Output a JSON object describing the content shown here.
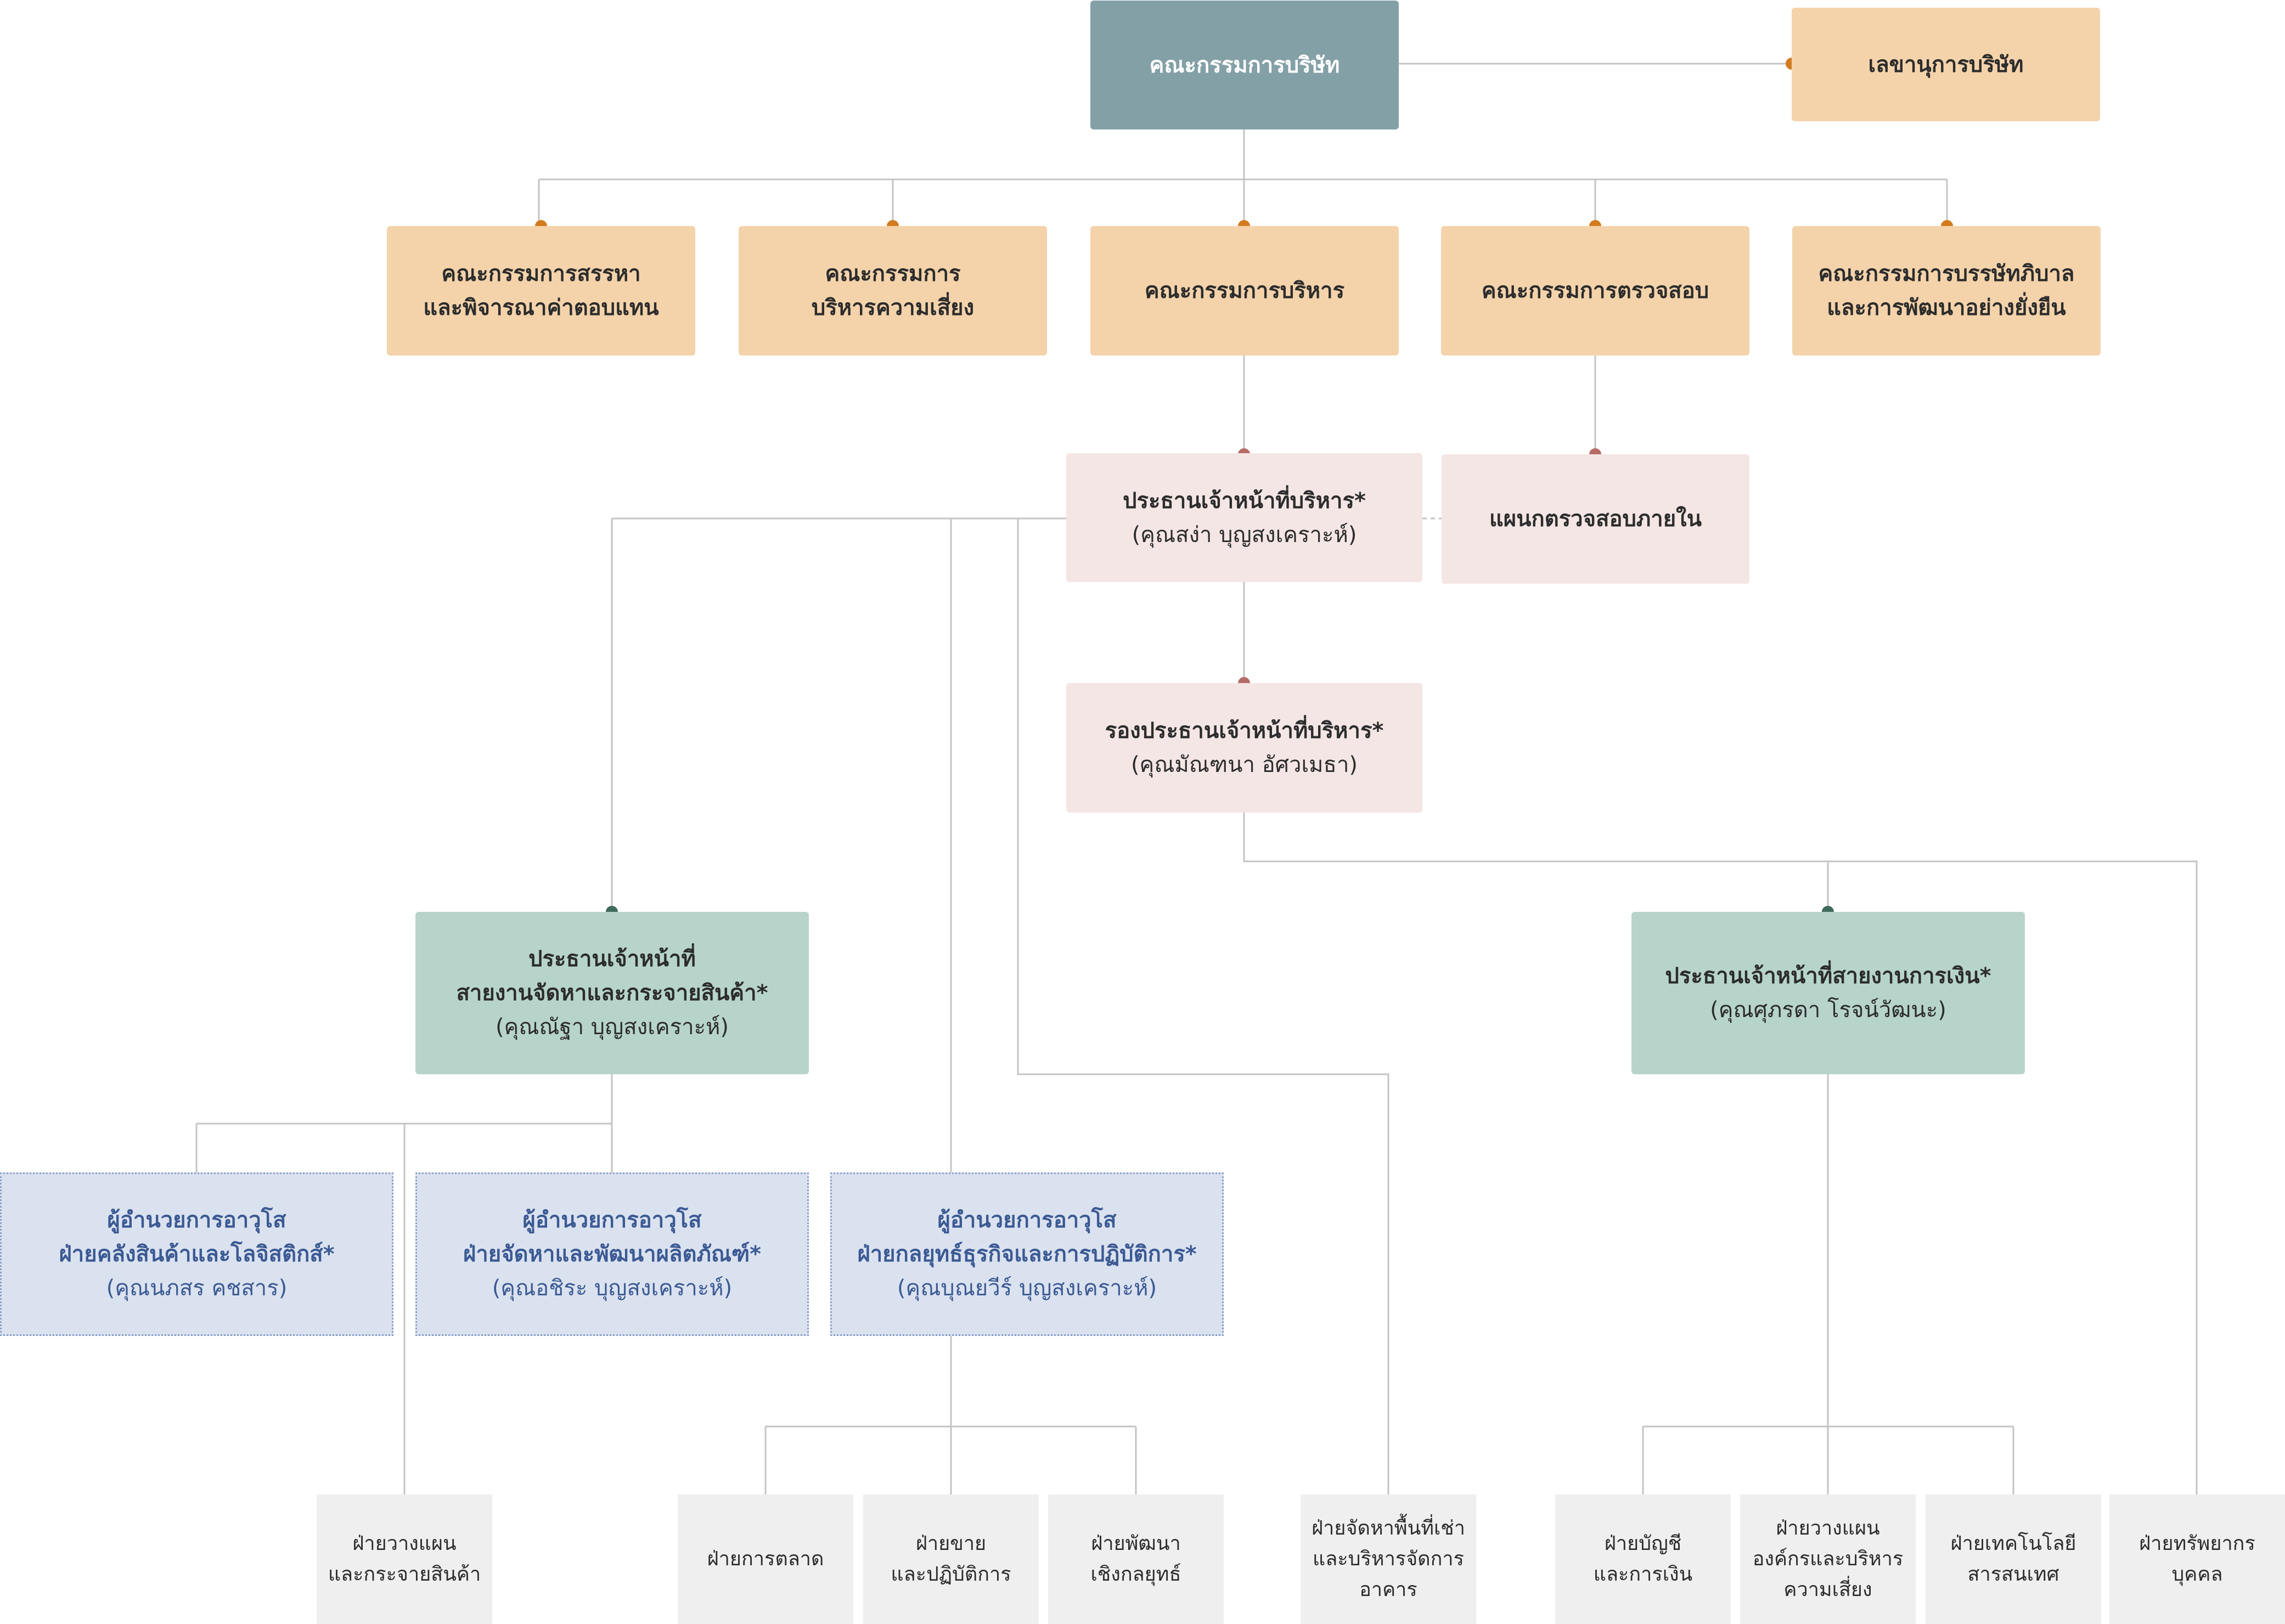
{
  "board": {
    "label": "คณะกรรมการบริษัท"
  },
  "secretary": {
    "label": "เลขานุการบริษัท"
  },
  "committees": [
    {
      "lines": [
        "คณะกรรมการสรรหา",
        "และพิจารณาค่าตอบแทน"
      ]
    },
    {
      "lines": [
        "คณะกรรมการ",
        "บริหารความเสี่ยง"
      ]
    },
    {
      "lines": [
        "คณะกรรมการบริหาร"
      ]
    },
    {
      "lines": [
        "คณะกรรมการตรวจสอบ"
      ]
    },
    {
      "lines": [
        "คณะกรรมการบรรษัทภิบาล",
        "และการพัฒนาอย่างยั่งยืน"
      ]
    }
  ],
  "ceo": {
    "lines": [
      "ประธานเจ้าหน้าที่บริหาร*",
      "(คุณสง่า บุญสงเคราะห์)"
    ]
  },
  "internal_audit": {
    "label": "แผนกตรวจสอบภายใน"
  },
  "deputy_ceo": {
    "lines": [
      "รองประธานเจ้าหน้าที่บริหาร*",
      "(คุณมัณฑนา อัศวเมธา)"
    ]
  },
  "procurement_chief": {
    "lines": [
      "ประธานเจ้าหน้าที่",
      "สายงานจัดหาและกระจายสินค้า*",
      "(คุณณัฐา บุญสงเคราะห์)"
    ]
  },
  "finance_chief": {
    "lines": [
      "ประธานเจ้าหน้าที่สายงานการเงิน*",
      "(คุณศุภรดา โรจน์วัฒนะ)"
    ]
  },
  "senior_directors": [
    {
      "lines": [
        "ผู้อำนวยการอาวุโส",
        "ฝ่ายคลังสินค้าและโลจิสติกส์*",
        "(คุณนภสร คชสาร)"
      ]
    },
    {
      "lines": [
        "ผู้อำนวยการอาวุโส",
        "ฝ่ายจัดหาและพัฒนาผลิตภัณฑ์*",
        "(คุณอชิระ บุญสงเคราะห์)"
      ]
    },
    {
      "lines": [
        "ผู้อำนวยการอาวุโส",
        "ฝ่ายกลยุทธ์ธุรกิจและการปฏิบัติการ*",
        "(คุณบุณยวีร์ บุญสงเคราะห์)"
      ]
    }
  ],
  "departments": [
    {
      "lines": [
        "ฝ่ายวางแผน",
        "และกระจายสินค้า"
      ]
    },
    {
      "lines": [
        "ฝ่ายการตลาด"
      ]
    },
    {
      "lines": [
        "ฝ่ายขาย",
        "และปฏิบัติการ"
      ]
    },
    {
      "lines": [
        "ฝ่ายพัฒนา",
        "เชิงกลยุทธ์"
      ]
    },
    {
      "lines": [
        "ฝ่ายจัดหาพื้นที่เช่า",
        "และบริหารจัดการ",
        "อาคาร"
      ]
    },
    {
      "lines": [
        "ฝ่ายบัญชี",
        "และการเงิน"
      ]
    },
    {
      "lines": [
        "ฝ่ายวางแผน",
        "องค์กรและบริหาร",
        "ความเสี่ยง"
      ]
    },
    {
      "lines": [
        "ฝ่ายเทคโนโลยี",
        "สารสนเทศ"
      ]
    },
    {
      "lines": [
        "ฝ่ายทรัพยากร",
        "บุคคล"
      ]
    }
  ],
  "colors": {
    "board": "#84a0a7",
    "committee": "#f4d3ab",
    "executive": "#f4e6e5",
    "chief": "#b7d4cb",
    "senior_director": "#dbe2ef",
    "department": "#efefef",
    "connector": "#c4c4c4",
    "dot_orange": "#d27c1e",
    "dot_rose": "#b56c66",
    "dot_green": "#3f6b5d"
  }
}
